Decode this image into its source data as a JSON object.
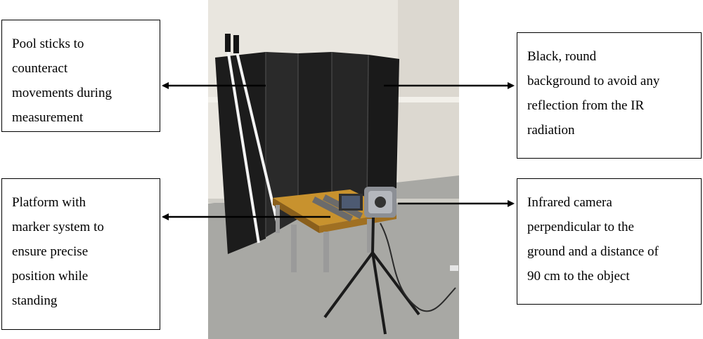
{
  "labels": {
    "pool_sticks": [
      "Pool sticks to",
      "counteract",
      "movements during",
      "measurement"
    ],
    "background": [
      "Black, round",
      "background to avoid any",
      "reflection from the IR",
      "radiation"
    ],
    "platform": [
      "Platform with",
      "marker system to",
      "ensure precise",
      "position while",
      "standing"
    ],
    "camera": [
      "Infrared camera",
      "perpendicular to the",
      "ground and a distance of",
      "90 cm to the object"
    ]
  },
  "colors": {
    "line": "#000000",
    "box_border": "#000000",
    "screen_panel": "#1c1c1c",
    "wood": "#c8922e",
    "floor": "#a8a8a4"
  }
}
